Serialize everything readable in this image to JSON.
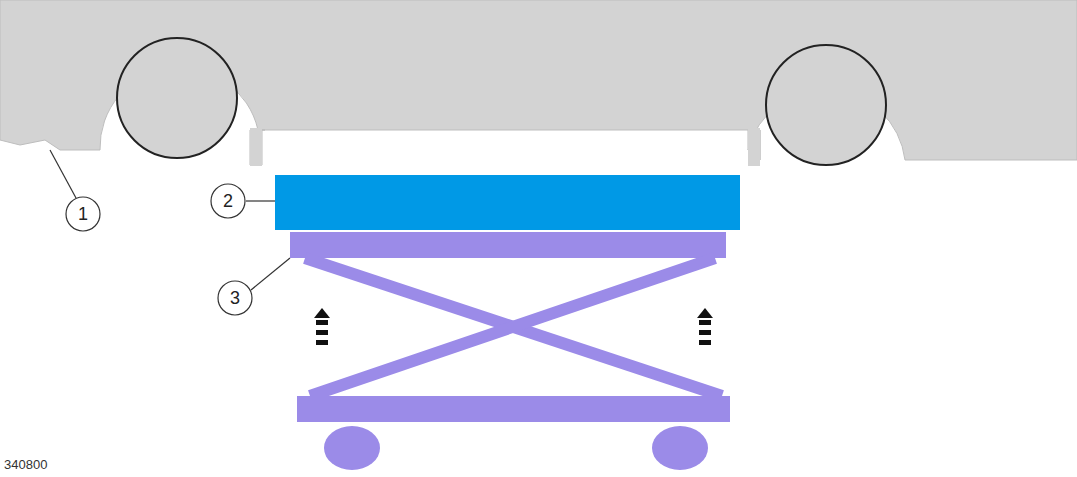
{
  "diagram": {
    "labels": [
      "1",
      "2",
      "3",
      "340800"
    ]
  }
}
